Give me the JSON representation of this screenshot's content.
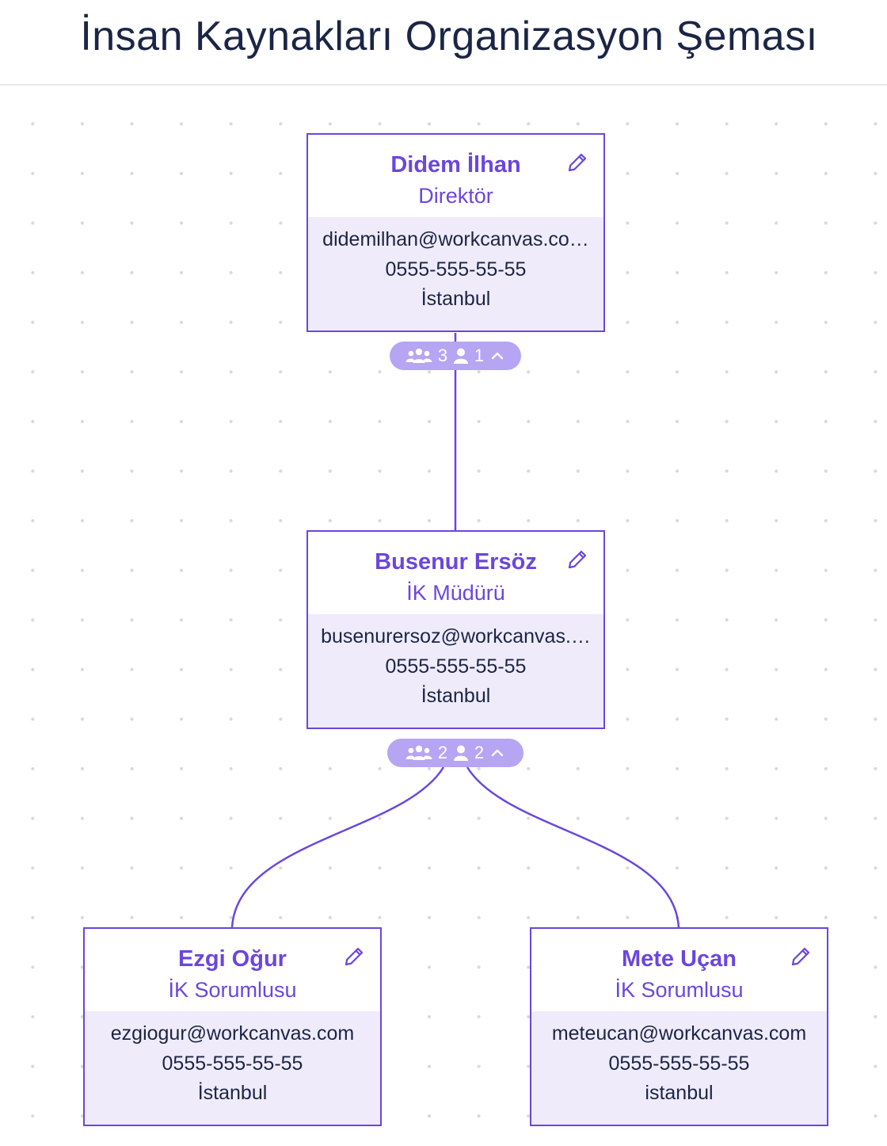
{
  "title": "İnsan Kaynakları Organizasyon Şeması",
  "accent_color": "#6b46de",
  "badge_color": "#b6a5f2",
  "nodes": [
    {
      "name": "Didem İlhan",
      "role": "Direktör",
      "email": "didemilhan@workcanvas.co…",
      "phone": "0555-555-55-55",
      "city": "İstanbul"
    },
    {
      "name": "Busenur Ersöz",
      "role": "İK Müdürü",
      "email": "busenurersoz@workcanvas.…",
      "phone": "0555-555-55-55",
      "city": "İstanbul"
    },
    {
      "name": "Ezgi Oğur",
      "role": "İK Sorumlusu",
      "email": "ezgiogur@workcanvas.com",
      "phone": "0555-555-55-55",
      "city": "İstanbul"
    },
    {
      "name": "Mete Uçan",
      "role": "İK Sorumlusu",
      "email": "meteucan@workcanvas.com",
      "phone": "0555-555-55-55",
      "city": "istanbul"
    }
  ],
  "badges": [
    {
      "team_count": "3",
      "direct_count": "1"
    },
    {
      "team_count": "2",
      "direct_count": "2"
    }
  ],
  "icons": {
    "edit": "pencil-icon",
    "team": "team-icon",
    "person": "person-icon",
    "collapse": "chevron-up-icon"
  }
}
